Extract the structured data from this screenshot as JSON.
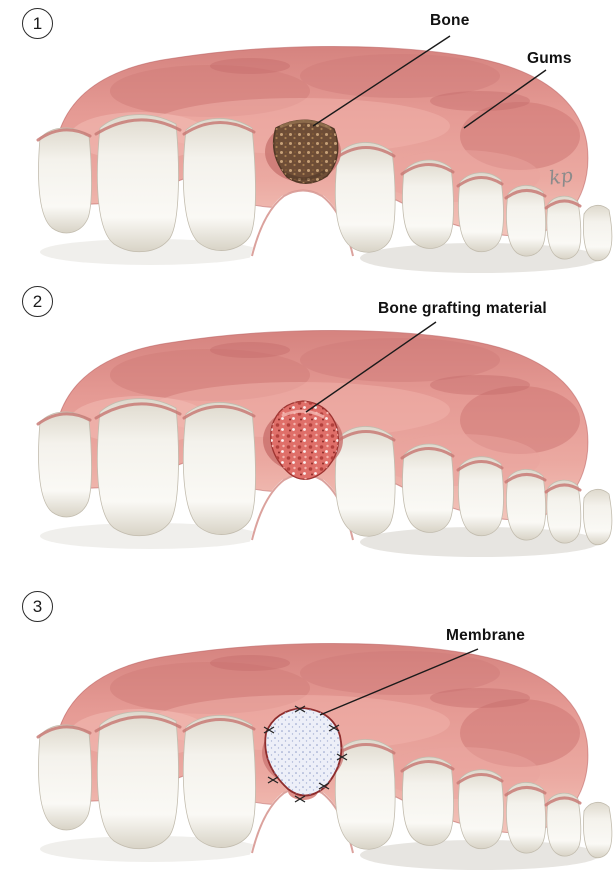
{
  "palette": {
    "gums": "#e59a94",
    "teeth": "#f4f2ec",
    "bone_socket": "#6e4d36",
    "graft_material": "#df6f69",
    "membrane": "#edeff8",
    "leader_line": "#1a1a1a",
    "background": "#ffffff"
  },
  "panels": [
    {
      "step": "1",
      "labels": {
        "bone": "Bone",
        "gums": "Gums"
      },
      "signature": "kp"
    },
    {
      "step": "2",
      "labels": {
        "graft": "Bone grafting material"
      }
    },
    {
      "step": "3",
      "labels": {
        "membrane": "Membrane"
      }
    }
  ]
}
